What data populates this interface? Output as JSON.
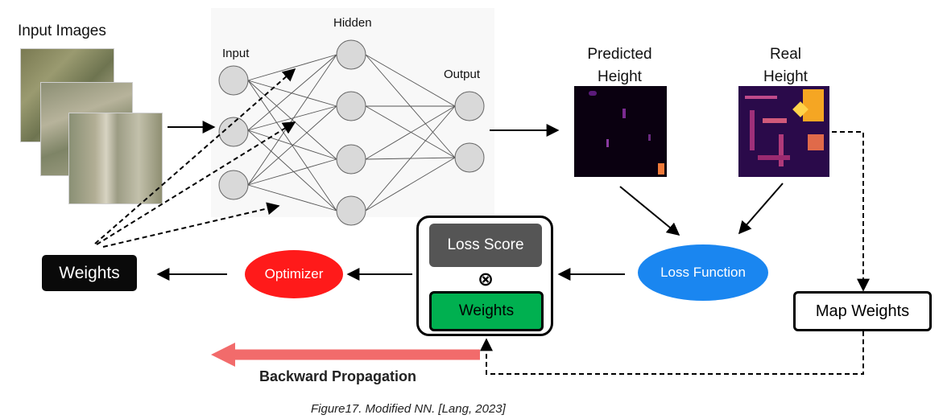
{
  "labels": {
    "input_images": "Input Images",
    "nn_input": "Input",
    "nn_hidden": "Hidden",
    "nn_output": "Output",
    "predicted_height_line1": "Predicted",
    "predicted_height_line2": "Height",
    "real_height_line1": "Real",
    "real_height_line2": "Height"
  },
  "nodes": {
    "weights_left": "Weights",
    "optimizer": "Optimizer",
    "loss_score": "Loss Score",
    "multiply_symbol": "⊗",
    "weights_center": "Weights",
    "loss_function": "Loss Function",
    "map_weights": "Map Weights"
  },
  "backprop_label": "Backward Propagation",
  "caption": "Figure17. Modified NN. [Lang, 2023]",
  "colors": {
    "optimizer": "#ff1a1a",
    "loss_function": "#1a86f0",
    "loss_score": "#555555",
    "weights_center": "#00b050",
    "backprop_arrow": "#f26b6b",
    "weights_left": "#0a0a0a"
  }
}
